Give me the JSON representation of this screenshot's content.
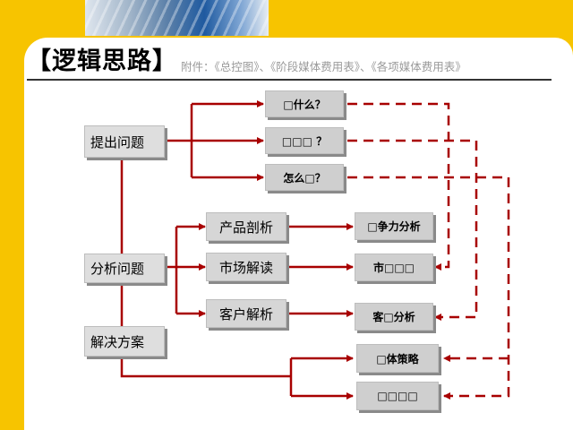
{
  "header": {
    "title": "【逻辑思路】",
    "subtitle": "附件：《总控图》、《阶段媒体费用表》、《各项媒体费用表》"
  },
  "diagram": {
    "stages": {
      "raise": "提出问题",
      "analyze": "分析问题",
      "solve": "解决方案"
    },
    "questions": [
      "□什么？",
      "□□□ ？",
      "怎么□？"
    ],
    "analyses": [
      "产品剖析",
      "市场解读",
      "客户解析"
    ],
    "results": [
      "□争力分析",
      "市□□□",
      "客□分析"
    ],
    "solutions": [
      "□体策略",
      "□□□□"
    ],
    "colors": {
      "line": "#a80000",
      "box_fill": "#d6d6d6",
      "box_shadow": "#8a8a8a",
      "background": "#f7c400"
    }
  }
}
